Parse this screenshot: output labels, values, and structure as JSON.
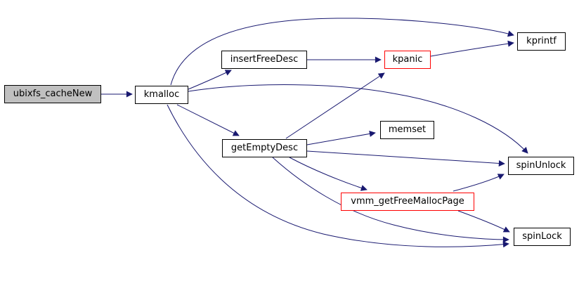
{
  "diagram": {
    "type": "call-graph",
    "background_color": "#ffffff",
    "edge_color": "#191970",
    "node_border_color": "#000000",
    "highlight_border_color": "#ff0000",
    "current_node_fill": "#c0c0c0",
    "nodes": [
      {
        "id": "ubixfs_cacheNew",
        "label": "ubixfs_cacheNew",
        "style": "current"
      },
      {
        "id": "kmalloc",
        "label": "kmalloc",
        "style": "normal"
      },
      {
        "id": "insertFreeDesc",
        "label": "insertFreeDesc",
        "style": "normal"
      },
      {
        "id": "kpanic",
        "label": "kpanic",
        "style": "red"
      },
      {
        "id": "kprintf",
        "label": "kprintf",
        "style": "normal"
      },
      {
        "id": "memset",
        "label": "memset",
        "style": "normal"
      },
      {
        "id": "getEmptyDesc",
        "label": "getEmptyDesc",
        "style": "normal"
      },
      {
        "id": "spinUnlock",
        "label": "spinUnlock",
        "style": "normal"
      },
      {
        "id": "vmm_getFreeMallocPage",
        "label": "vmm_getFreeMallocPage",
        "style": "red"
      },
      {
        "id": "spinLock",
        "label": "spinLock",
        "style": "normal"
      }
    ],
    "edges": [
      {
        "from": "ubixfs_cacheNew",
        "to": "kmalloc"
      },
      {
        "from": "kmalloc",
        "to": "insertFreeDesc"
      },
      {
        "from": "kmalloc",
        "to": "kprintf"
      },
      {
        "from": "kmalloc",
        "to": "getEmptyDesc"
      },
      {
        "from": "kmalloc",
        "to": "spinUnlock"
      },
      {
        "from": "kmalloc",
        "to": "spinLock"
      },
      {
        "from": "insertFreeDesc",
        "to": "kpanic"
      },
      {
        "from": "kpanic",
        "to": "kprintf"
      },
      {
        "from": "getEmptyDesc",
        "to": "kpanic"
      },
      {
        "from": "getEmptyDesc",
        "to": "memset"
      },
      {
        "from": "getEmptyDesc",
        "to": "spinUnlock"
      },
      {
        "from": "getEmptyDesc",
        "to": "vmm_getFreeMallocPage"
      },
      {
        "from": "getEmptyDesc",
        "to": "spinLock"
      },
      {
        "from": "vmm_getFreeMallocPage",
        "to": "spinUnlock"
      },
      {
        "from": "vmm_getFreeMallocPage",
        "to": "spinLock"
      }
    ]
  }
}
